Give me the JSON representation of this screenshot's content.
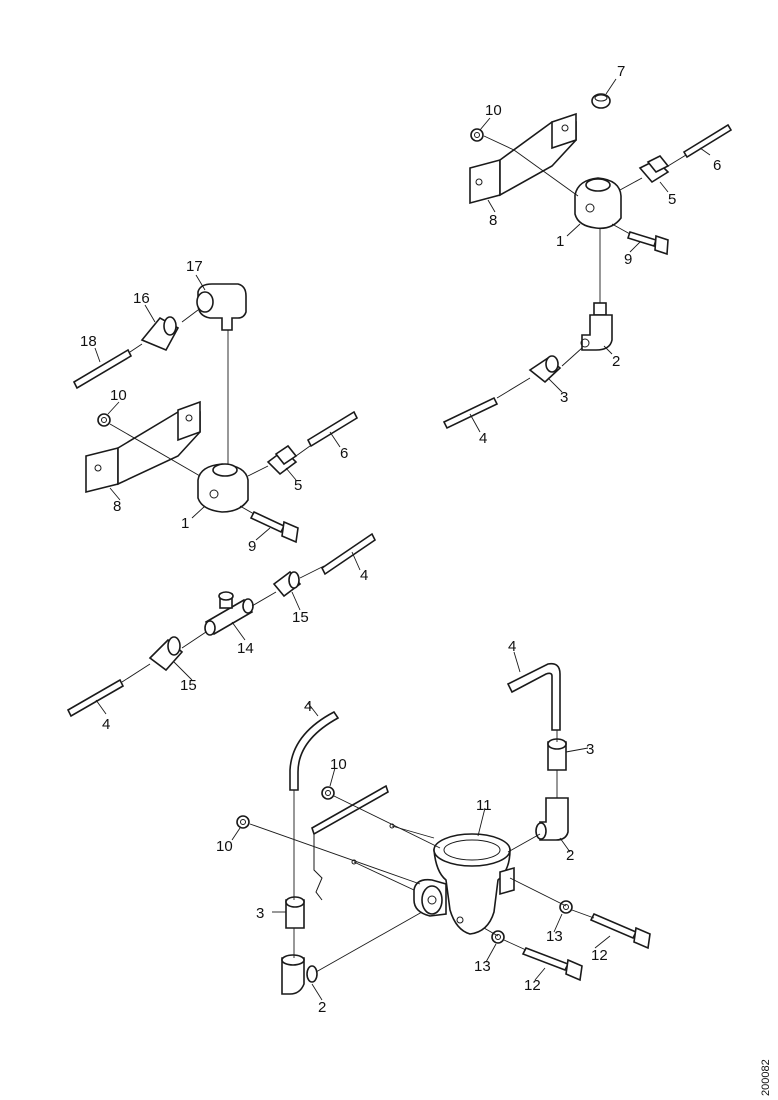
{
  "diagram": {
    "drawing_number": "200082",
    "callouts": {
      "c1": "1",
      "c2": "2",
      "c3": "3",
      "c4": "4",
      "c5": "5",
      "c6": "6",
      "c7": "7",
      "c8": "8",
      "c9": "9",
      "c10": "10",
      "c11": "11",
      "c12": "12",
      "c13": "13",
      "c14": "14",
      "c15": "15",
      "c16": "16",
      "c17": "17",
      "c18": "18"
    }
  }
}
